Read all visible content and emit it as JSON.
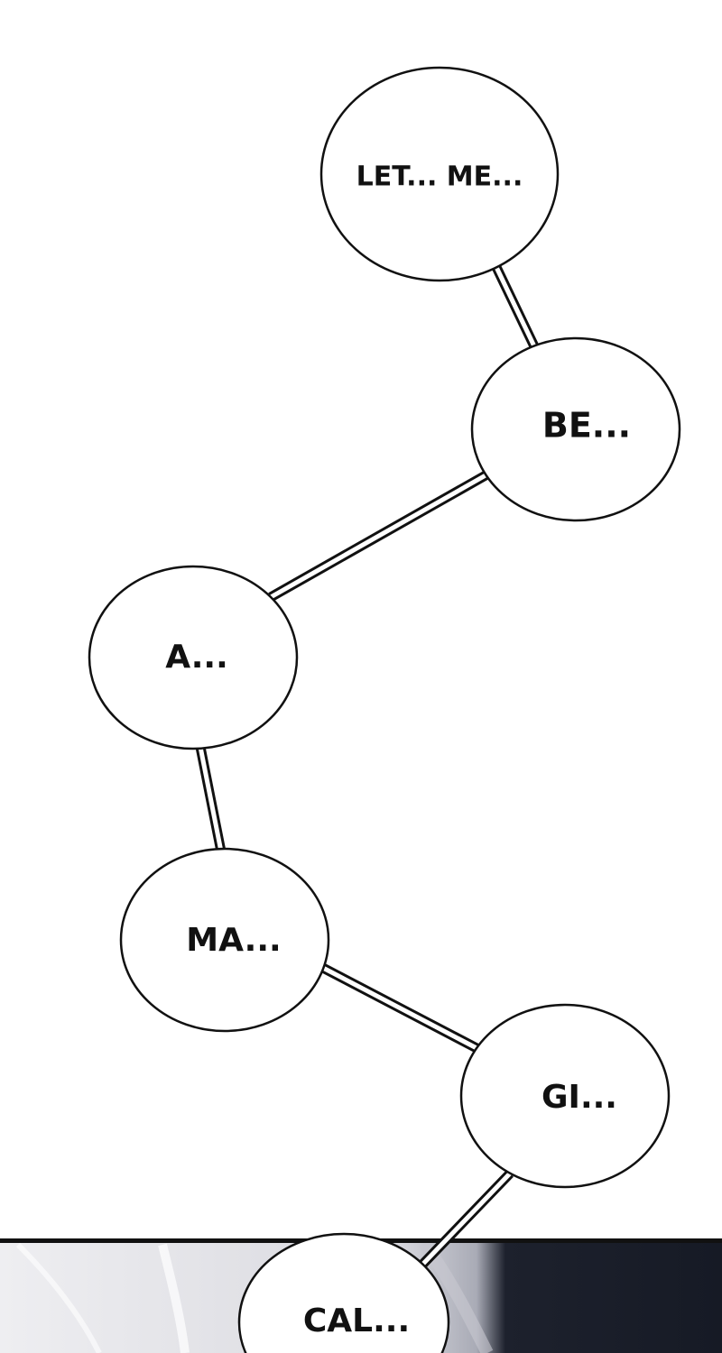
{
  "page": {
    "background_color": "#ffffff"
  },
  "bubbles": [
    {
      "text": "LET... ME..."
    },
    {
      "text": "BE..."
    },
    {
      "text": "A..."
    },
    {
      "text": "MA..."
    },
    {
      "text": "GI..."
    },
    {
      "text": "CAL..."
    }
  ],
  "panel_bottom": {
    "border_color": "#111111",
    "background_color": "#f2f2f4",
    "dark_area_color": "#1b1f2b"
  }
}
